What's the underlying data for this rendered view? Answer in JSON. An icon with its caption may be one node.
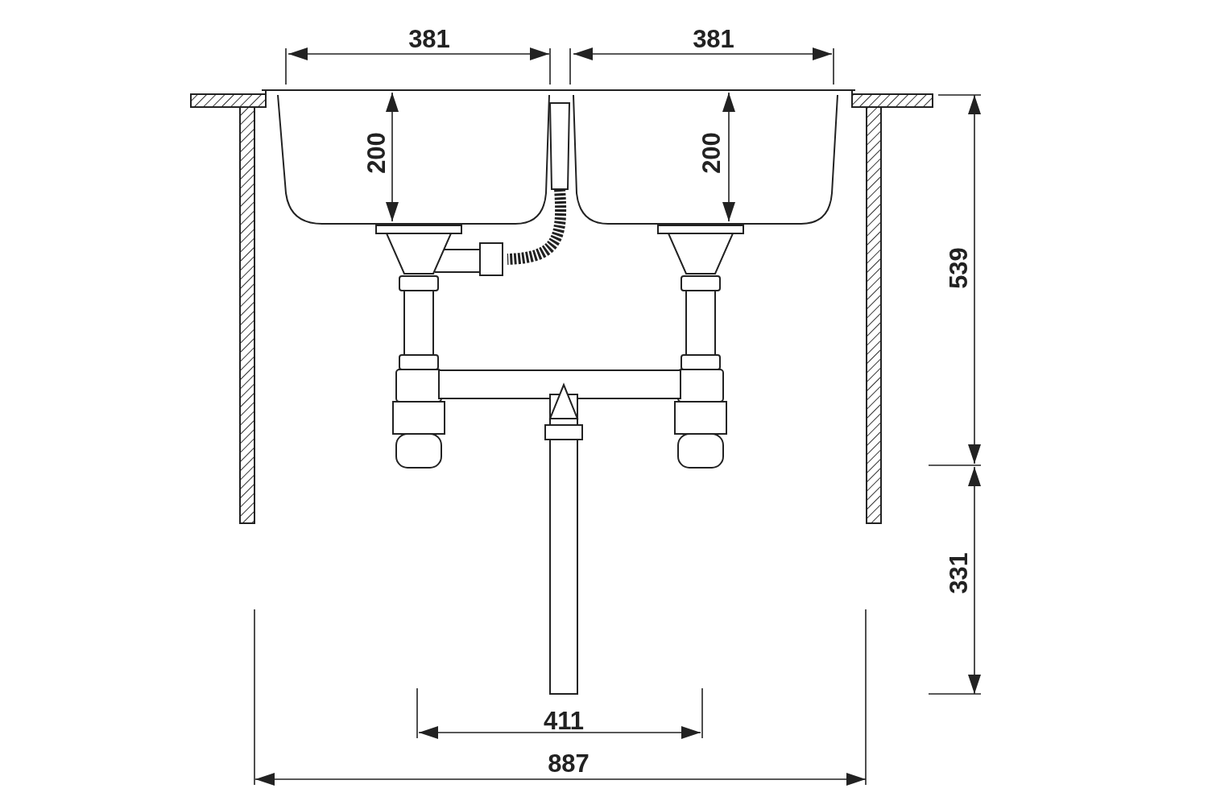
{
  "diagram": {
    "labels": [
      "381",
      "381",
      "200",
      "200",
      "539",
      "331",
      "411",
      "887"
    ]
  }
}
